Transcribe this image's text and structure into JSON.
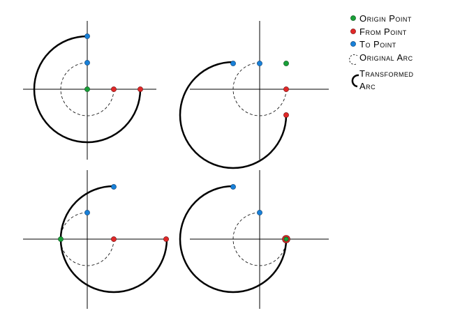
{
  "colors": {
    "origin": "#18a038",
    "from": "#e02828",
    "to": "#1880d8",
    "stroke": "#000000",
    "axis": "#000000"
  },
  "legend": {
    "origin_label": "Origin Point",
    "from_label": "From Point",
    "to_label": "To Point",
    "original_label": "Original Arc",
    "transformed_label_line1": "Transformed",
    "transformed_label_line2": "Arc"
  },
  "panels": [
    {
      "name": "panel-top-left",
      "origin_marker": "center",
      "description_points": [
        "origin at center",
        "from on x-axis",
        "to above center"
      ]
    },
    {
      "name": "panel-top-right"
    },
    {
      "name": "panel-bottom-left"
    },
    {
      "name": "panel-bottom-right"
    }
  ]
}
